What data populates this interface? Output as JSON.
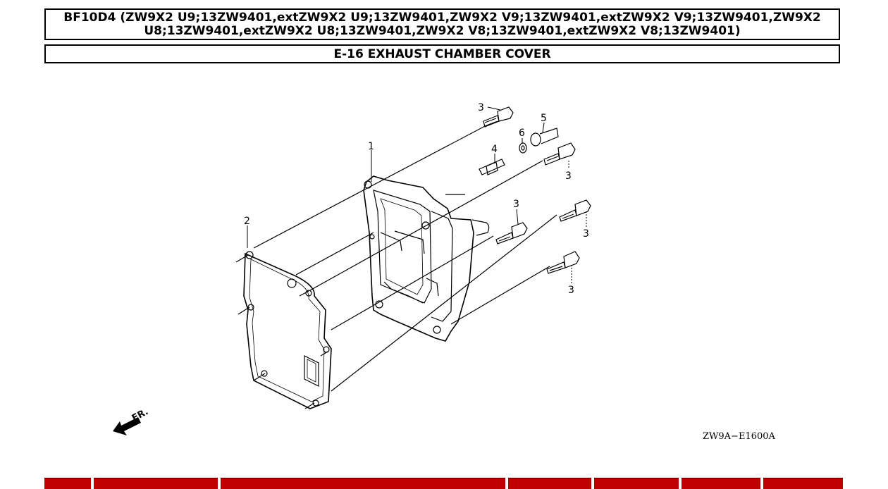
{
  "header": {
    "title": "BF10D4 (ZW9X2 U9;13ZW9401,extZW9X2 U9;13ZW9401,ZW9X2 V9;13ZW9401,extZW9X2 V9;13ZW9401,ZW9X2 U8;13ZW9401,extZW9X2 U8;13ZW9401,ZW9X2 V8;13ZW9401,extZW9X2 V8;13ZW9401)",
    "section": "E-16 EXHAUST CHAMBER COVER"
  },
  "diagram": {
    "callouts": [
      "1",
      "2",
      "3",
      "3",
      "3",
      "3",
      "3",
      "4",
      "5",
      "6"
    ],
    "front_label": "FR.",
    "drawing_code": "ZW9A−E1600A"
  },
  "colors": {
    "table_header": "#c00000"
  }
}
